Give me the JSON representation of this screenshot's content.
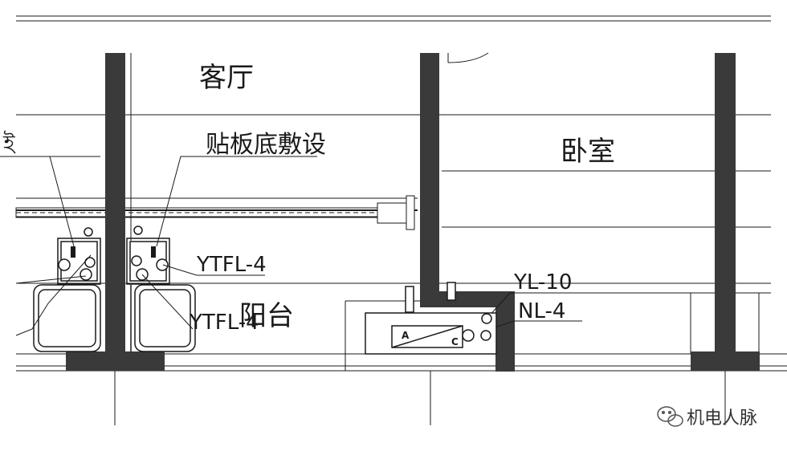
{
  "labels": {
    "living_room": "客厅",
    "bedroom": "卧室",
    "balcony": "阳台",
    "surface_laying": "贴板底敷设",
    "left_edge_partial": "ই"
  },
  "pipe_tags": {
    "ytfl_upper": "YTFL-4",
    "ytfl_lower": "YTFL-4",
    "yl": "YL-10",
    "nl": "NL-4"
  },
  "valve_box": {
    "left_letter": "A",
    "right_letter": "C"
  },
  "watermark": {
    "text": "机电人脉",
    "icon": "wechat-icon"
  },
  "colors": {
    "line": "#1a1a1a",
    "wall_fill": "#3a3a3a",
    "background": "#ffffff"
  }
}
